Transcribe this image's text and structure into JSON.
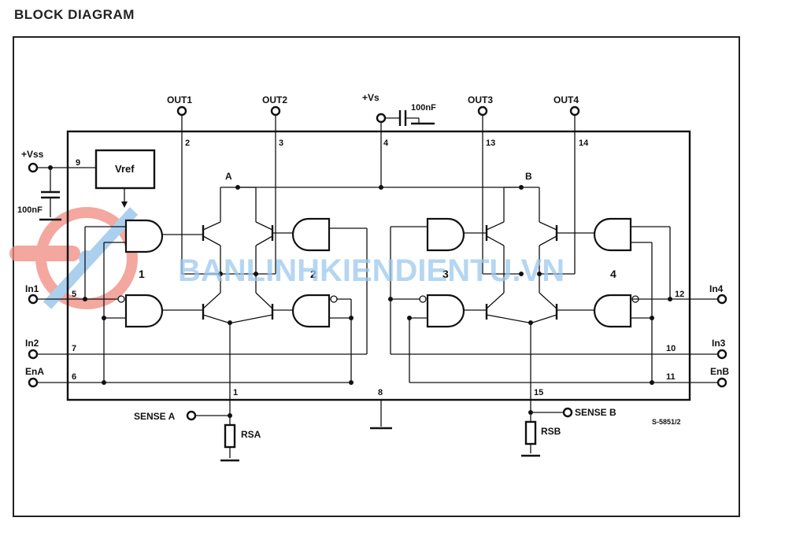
{
  "title": "BLOCK DIAGRAM",
  "diagram": {
    "outputs": [
      "OUT1",
      "OUT2",
      "OUT3",
      "OUT4"
    ],
    "supply_vs": "+Vs",
    "supply_vss": "+Vss",
    "cap_vs": "100nF",
    "cap_vss": "100nF",
    "vref": "Vref",
    "node_a": "A",
    "node_b": "B",
    "channels": [
      "1",
      "2",
      "3",
      "4"
    ],
    "inputs_left": [
      "In1",
      "In2",
      "EnA"
    ],
    "inputs_right": [
      "In4",
      "In3",
      "EnB"
    ],
    "sense_a": "SENSE A",
    "sense_b": "SENSE B",
    "rsa": "RSA",
    "rsb": "RSB",
    "pins": {
      "p1": "1",
      "p2": "2",
      "p3": "3",
      "p4": "4",
      "p5": "5",
      "p6": "6",
      "p7": "7",
      "p8": "8",
      "p9": "9",
      "p10": "10",
      "p11": "11",
      "p12": "12",
      "p13": "13",
      "p14": "14",
      "p15": "15"
    },
    "drawing_code": "S-5851/2"
  },
  "watermark": "BANLINHKIENDIENTU.VN"
}
